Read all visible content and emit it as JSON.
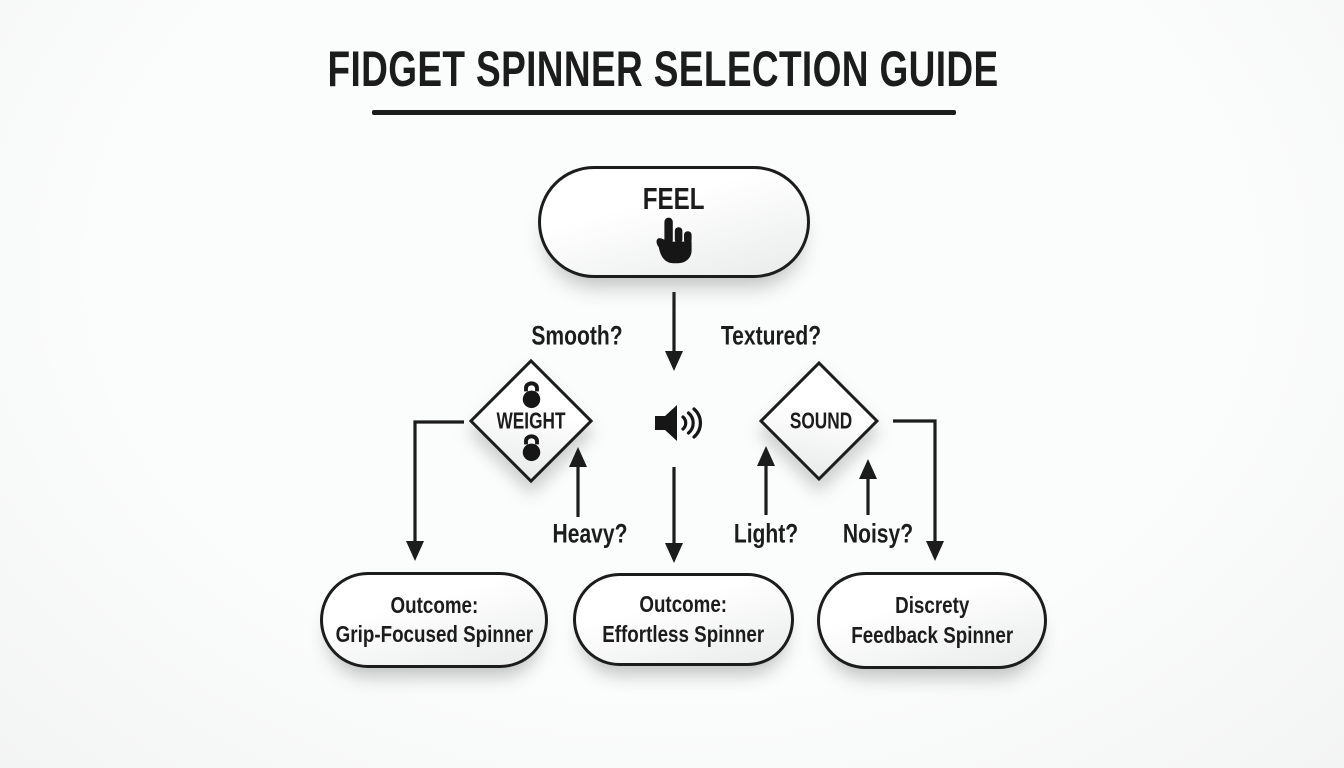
{
  "title": "FIDGET SPINNER SELECTION GUIDE",
  "colors": {
    "ink": "#1c1c1c",
    "background": "#fbfcfc",
    "shape_fill": "#ffffff"
  },
  "nodes": {
    "feel": {
      "label": "FEEL",
      "icon": "tap-hand-icon"
    },
    "weight": {
      "label": "WEIGHT",
      "icon": "kettlebell-icon"
    },
    "sound": {
      "label": "SOUND"
    },
    "center": {
      "icon": "speaker-icon"
    }
  },
  "branch_labels": {
    "smooth": "Smooth?",
    "textured": "Textured?",
    "heavy": "Heavy?",
    "light": "Light?",
    "noisy": "Noisy?"
  },
  "outcomes": [
    {
      "line1": "Outcome:",
      "line2": "Grip-Focused Spinner"
    },
    {
      "line1": "Outcome:",
      "line2": "Effortless Spinner"
    },
    {
      "line1": "Discrety",
      "line2": "Feedback Spinner"
    }
  ]
}
